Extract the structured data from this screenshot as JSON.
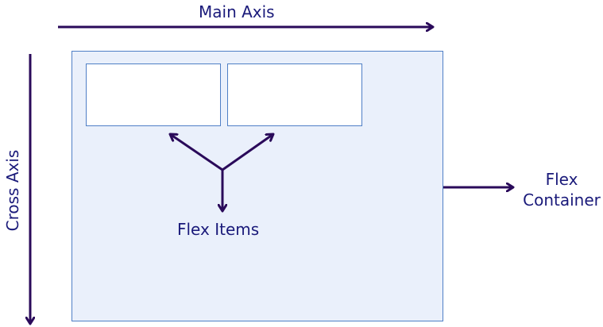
{
  "labels": {
    "main_axis": "Main Axis",
    "cross_axis": "Cross Axis",
    "flex_items": "Flex Items",
    "flex_container_line1": "Flex",
    "flex_container_line2": "Container"
  },
  "colors": {
    "text": "#1a1a7a",
    "arrow": "#2a0a5a",
    "container_fill": "#eaf0fb",
    "container_stroke": "#4f7fc6",
    "item_fill": "#ffffff",
    "item_stroke": "#4f7fc6"
  }
}
